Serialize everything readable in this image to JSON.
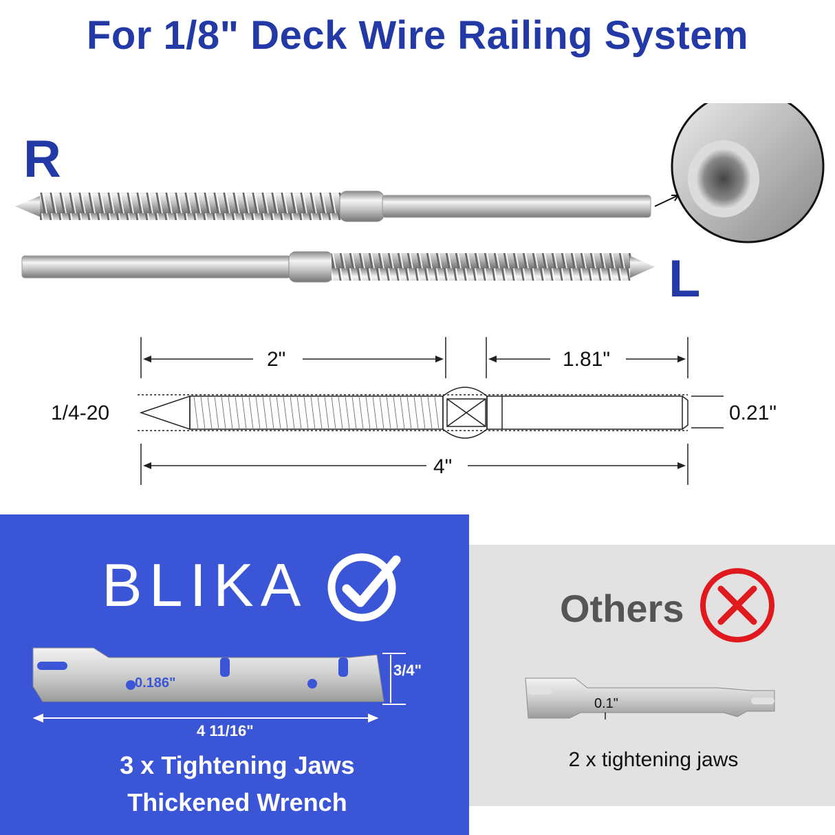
{
  "title": "For 1/8\" Deck Wire Railing System",
  "screws": {
    "right_label": "R",
    "left_label": "L"
  },
  "diagram": {
    "dim_thread": "2\"",
    "dim_shank": "1.81\"",
    "dim_thread_spec": "1/4-20",
    "dim_diameter": "0.21\"",
    "dim_total": "4\""
  },
  "blika": {
    "brand": "BLIKA",
    "hole_dim": "0.186\"",
    "height_dim": "3/4\"",
    "length_dim": "4 11/16\"",
    "line1": "3 x Tightening Jaws",
    "line2": "Thickened Wrench"
  },
  "others": {
    "label": "Others",
    "thickness_dim": "0.1\"",
    "caption": "2 x tightening jaws"
  },
  "colors": {
    "title_blue": "#2239a6",
    "panel_blue": "#3a55d6",
    "panel_gray": "#e2e2e2",
    "cross_red": "#e0191f"
  }
}
